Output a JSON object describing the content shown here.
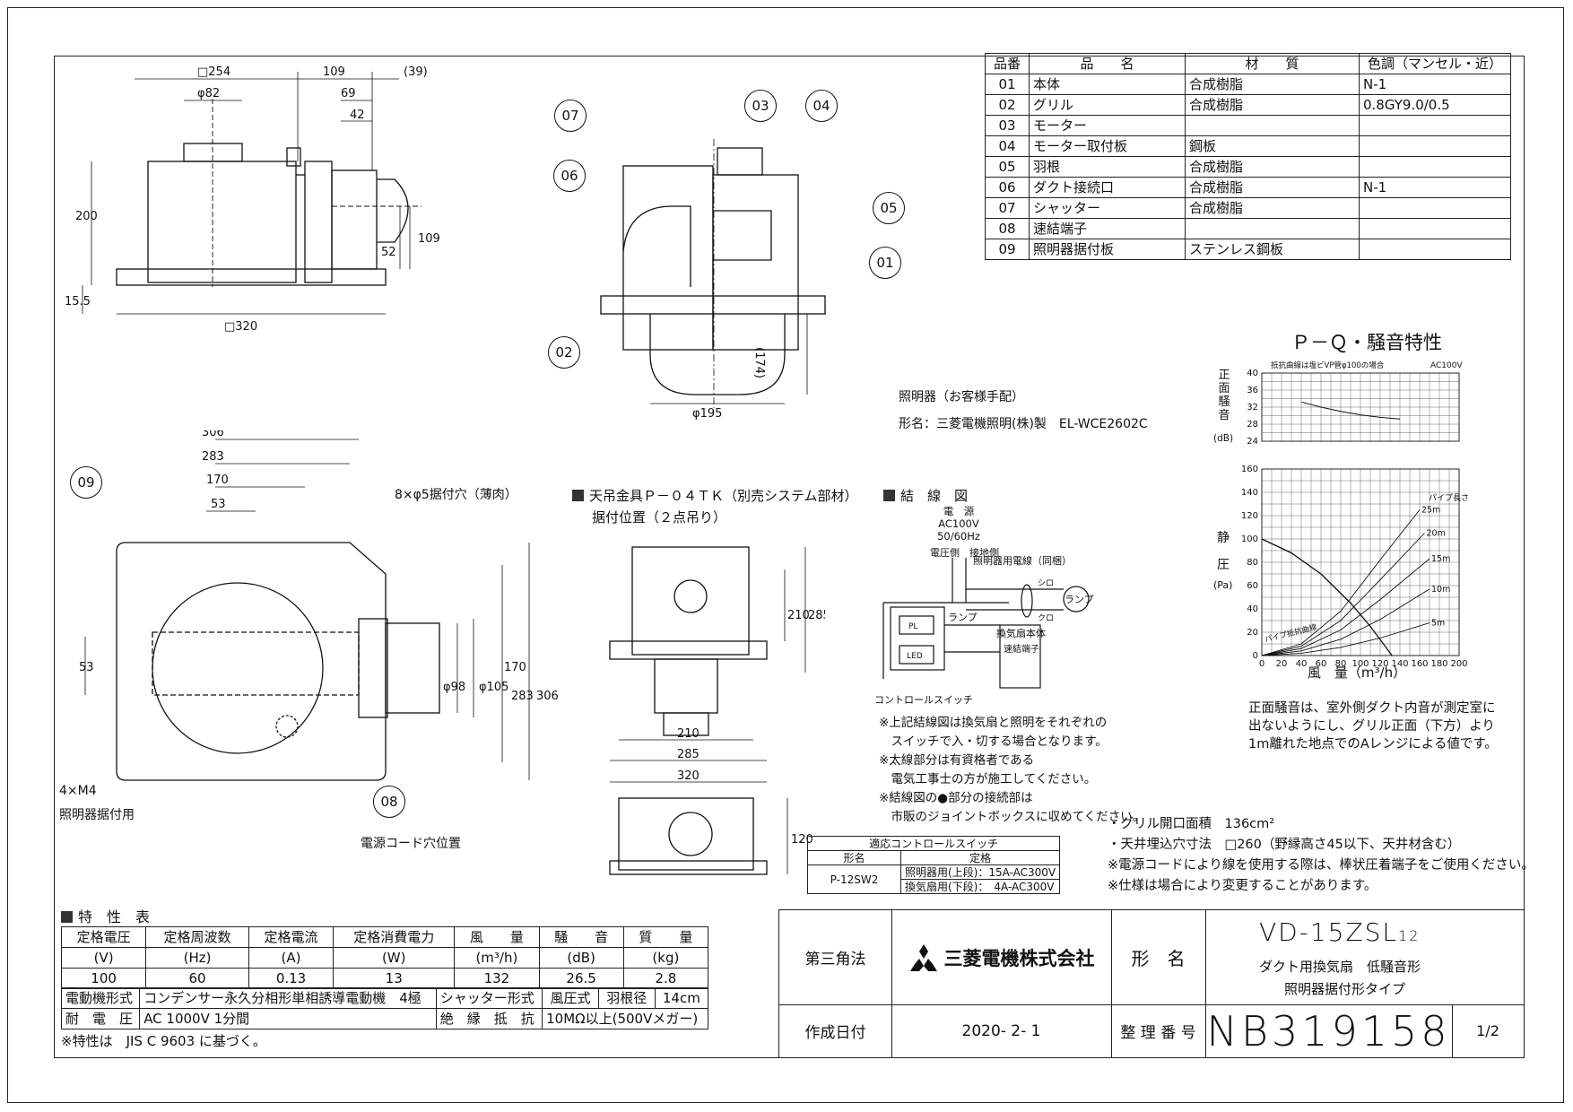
{
  "parts_table": {
    "headers": [
      "品番",
      "品　　名",
      "材　　質",
      "色調（マンセル・近）"
    ],
    "rows": [
      [
        "01",
        "本体",
        "合成樹脂",
        "N-1"
      ],
      [
        "02",
        "グリル",
        "合成樹脂",
        "0.8GY9.0/0.5"
      ],
      [
        "03",
        "モーター",
        "",
        ""
      ],
      [
        "04",
        "モーター取付板",
        "鋼板",
        ""
      ],
      [
        "05",
        "羽根",
        "合成樹脂",
        ""
      ],
      [
        "06",
        "ダクト接続口",
        "合成樹脂",
        "N-1"
      ],
      [
        "07",
        "シャッター",
        "合成樹脂",
        ""
      ],
      [
        "08",
        "速結端子",
        "",
        ""
      ],
      [
        "09",
        "照明器据付板",
        "ステンレス鋼板",
        ""
      ]
    ]
  },
  "dimensions": {
    "top_view": {
      "w254": "□254",
      "phi82": "φ82",
      "d109": "109",
      "d39": "(39)",
      "d69": "69",
      "d42": "42",
      "d200": "200",
      "d109v": "109",
      "d52": "52",
      "d15_5": "15.5",
      "w320": "□320"
    },
    "center_view": {
      "d174": "(174)",
      "phi195": "φ195"
    },
    "bottom_view": {
      "d306": "306",
      "d283": "283",
      "d170": "170",
      "d53": "53",
      "d53v": "53",
      "phi98": "φ98",
      "phi105": "φ105",
      "d170v": "170",
      "d283v": "283",
      "d306v": "306"
    },
    "hanger_view": {
      "d210": "210",
      "d285": "285",
      "d210h": "210",
      "d285h": "285",
      "d320": "320",
      "d120": "120"
    }
  },
  "callouts": [
    "01",
    "02",
    "03",
    "04",
    "05",
    "06",
    "07",
    "08",
    "09"
  ],
  "labels": {
    "light_fixture": "照明器（お客様手配）",
    "light_model": "形名：三菱電機照明(株)製　EL-WCE2602C",
    "mount_holes": "8×φ5据付穴（薄肉）",
    "m4_a": "4×M4",
    "m4_b": "照明器据付用",
    "cord_hole": "電源コード穴位置",
    "hanger_title": "天吊金具Ｐ－０４ＴＫ（別売システム部材）",
    "hanger_sub": "据付位置（２点吊り）",
    "wiring_title": "結　線　図"
  },
  "wiring": {
    "power_a": "電　源",
    "power_b": "AC100V",
    "power_c": "50/60Hz",
    "live": "電圧側",
    "ground": "接地側",
    "light_wire": "照明器用電線（同梱）",
    "lamp1": "ランプ",
    "lamp2": "ランプ",
    "shiro": "シロ",
    "kuro": "クロ",
    "fan_body": "換気扇本体",
    "terminal": "速結端子",
    "pl": "PL",
    "led": "LED",
    "control_switch": "コントロールスイッチ",
    "notes": [
      "※上記結線図は換気扇と照明をそれぞれの",
      "　スイッチで入・切する場合となります。",
      "※太線部分は有資格者である",
      "　電気工事士の方が施工してください。",
      "※結線図の●部分の接続部は",
      "　市販のジョイントボックスに収めてください。"
    ]
  },
  "control_switch_table": {
    "title": "適応コントロールスイッチ",
    "h_model": "形名",
    "h_rating": "定格",
    "model": "P-12SW2",
    "row1": "照明器用(上段)：15A-AC300V",
    "row2": "換気扇用(下段)：　4A-AC300V"
  },
  "side_notes": [
    "・グリル開口面積　136cm²",
    "・天井埋込穴寸法　□260（野縁高さ45以下、天井材含む）",
    "※電源コードにより線を使用する際は、棒状圧着端子をご使用ください。",
    "※仕様は場合により変更することがあります。"
  ],
  "noise_note": [
    "正面騒音は、室外側ダクト内音が測定室に",
    "出ないようにし、グリル正面（下方）より",
    "1m離れた地点でのAレンジによる値です。"
  ],
  "chart_data": [
    {
      "type": "line",
      "title": "Ｐ－Ｑ・騒音特性",
      "subtitle": "抵抗曲線は塩ビVP管φ100の場合",
      "annotation": "AC100V",
      "ylabel": "正面騒音(dB)",
      "ylim": [
        24,
        40
      ],
      "yticks": [
        "24",
        "28",
        "32",
        "36",
        "40"
      ],
      "xlim": [
        0,
        200
      ],
      "series": [
        {
          "x": [
            40,
            60,
            80,
            100,
            120,
            140
          ],
          "y": [
            33.2,
            32.0,
            31.0,
            30.2,
            29.6,
            29.2
          ]
        }
      ]
    },
    {
      "type": "line",
      "ylabel": "静　圧(Pa)",
      "xlabel": "風　量（m³/h）",
      "ylim": [
        0,
        160
      ],
      "yticks": [
        "0",
        "20",
        "40",
        "60",
        "80",
        "100",
        "120",
        "140",
        "160"
      ],
      "xlim": [
        0,
        200
      ],
      "xticks": [
        "0",
        "20",
        "40",
        "60",
        "80",
        "100",
        "120",
        "140",
        "160",
        "180",
        "200"
      ],
      "series": [
        {
          "name": "",
          "x": [
            0,
            30,
            60,
            90,
            110,
            125,
            132
          ],
          "y": [
            100,
            88,
            70,
            45,
            25,
            8,
            0
          ]
        },
        {
          "name": "5m",
          "x": [
            0,
            40,
            80,
            120,
            170
          ],
          "y": [
            0,
            2,
            7,
            15,
            28
          ]
        },
        {
          "name": "10m",
          "x": [
            0,
            40,
            80,
            120,
            170
          ],
          "y": [
            0,
            4,
            14,
            31,
            57
          ]
        },
        {
          "name": "15m",
          "x": [
            0,
            40,
            80,
            120,
            170
          ],
          "y": [
            0,
            6,
            22,
            48,
            83
          ]
        },
        {
          "name": "20m",
          "x": [
            0,
            40,
            80,
            120,
            165
          ],
          "y": [
            0,
            8,
            30,
            65,
            105
          ]
        },
        {
          "name": "25m",
          "x": [
            0,
            40,
            80,
            120,
            160
          ],
          "y": [
            0,
            10,
            38,
            82,
            125
          ]
        }
      ],
      "legend_title": "パイプ長さ",
      "annotation": "パイプ抵抗曲線"
    }
  ],
  "spec_table": {
    "title": "特　性　表",
    "headers": [
      "定格電圧",
      "定格周波数",
      "定格電流",
      "定格消費電力",
      "風　　量",
      "騒　　音",
      "質　　量"
    ],
    "units": [
      "(V)",
      "(Hz)",
      "(A)",
      "(W)",
      "(m³/h)",
      "(dB)",
      "(kg)"
    ],
    "values": [
      "100",
      "60",
      "0.13",
      "13",
      "132",
      "26.5",
      "2.8"
    ],
    "motor_label": "電動機形式",
    "motor_value": "コンデンサー永久分相形単相誘導電動機　4極",
    "shutter_label": "シャッター形式",
    "shutter_value": "風圧式",
    "blade_label": "羽根径",
    "blade_value": "14cm",
    "voltage_label": "耐　電　圧",
    "voltage_value": "AC 1000V 1分間",
    "insulation_label": "絶　縁　抵　抗",
    "insulation_value": "10MΩ以上(500Vメガー)",
    "footnote": "※特性は　JIS C 9603 に基づく。"
  },
  "title_block": {
    "projection": "第三角法",
    "company": "三菱電機株式会社",
    "model_label": "形　名",
    "model": "VD-15ZSL",
    "model_suffix": "12",
    "desc1": "ダクト用換気扇　低騒音形",
    "desc2": "照明器据付形タイプ",
    "date_label": "作成日付",
    "date": "2020- 2- 1",
    "number_label": "整 理 番 号",
    "number": "NB319158",
    "sheet": "1/2"
  }
}
